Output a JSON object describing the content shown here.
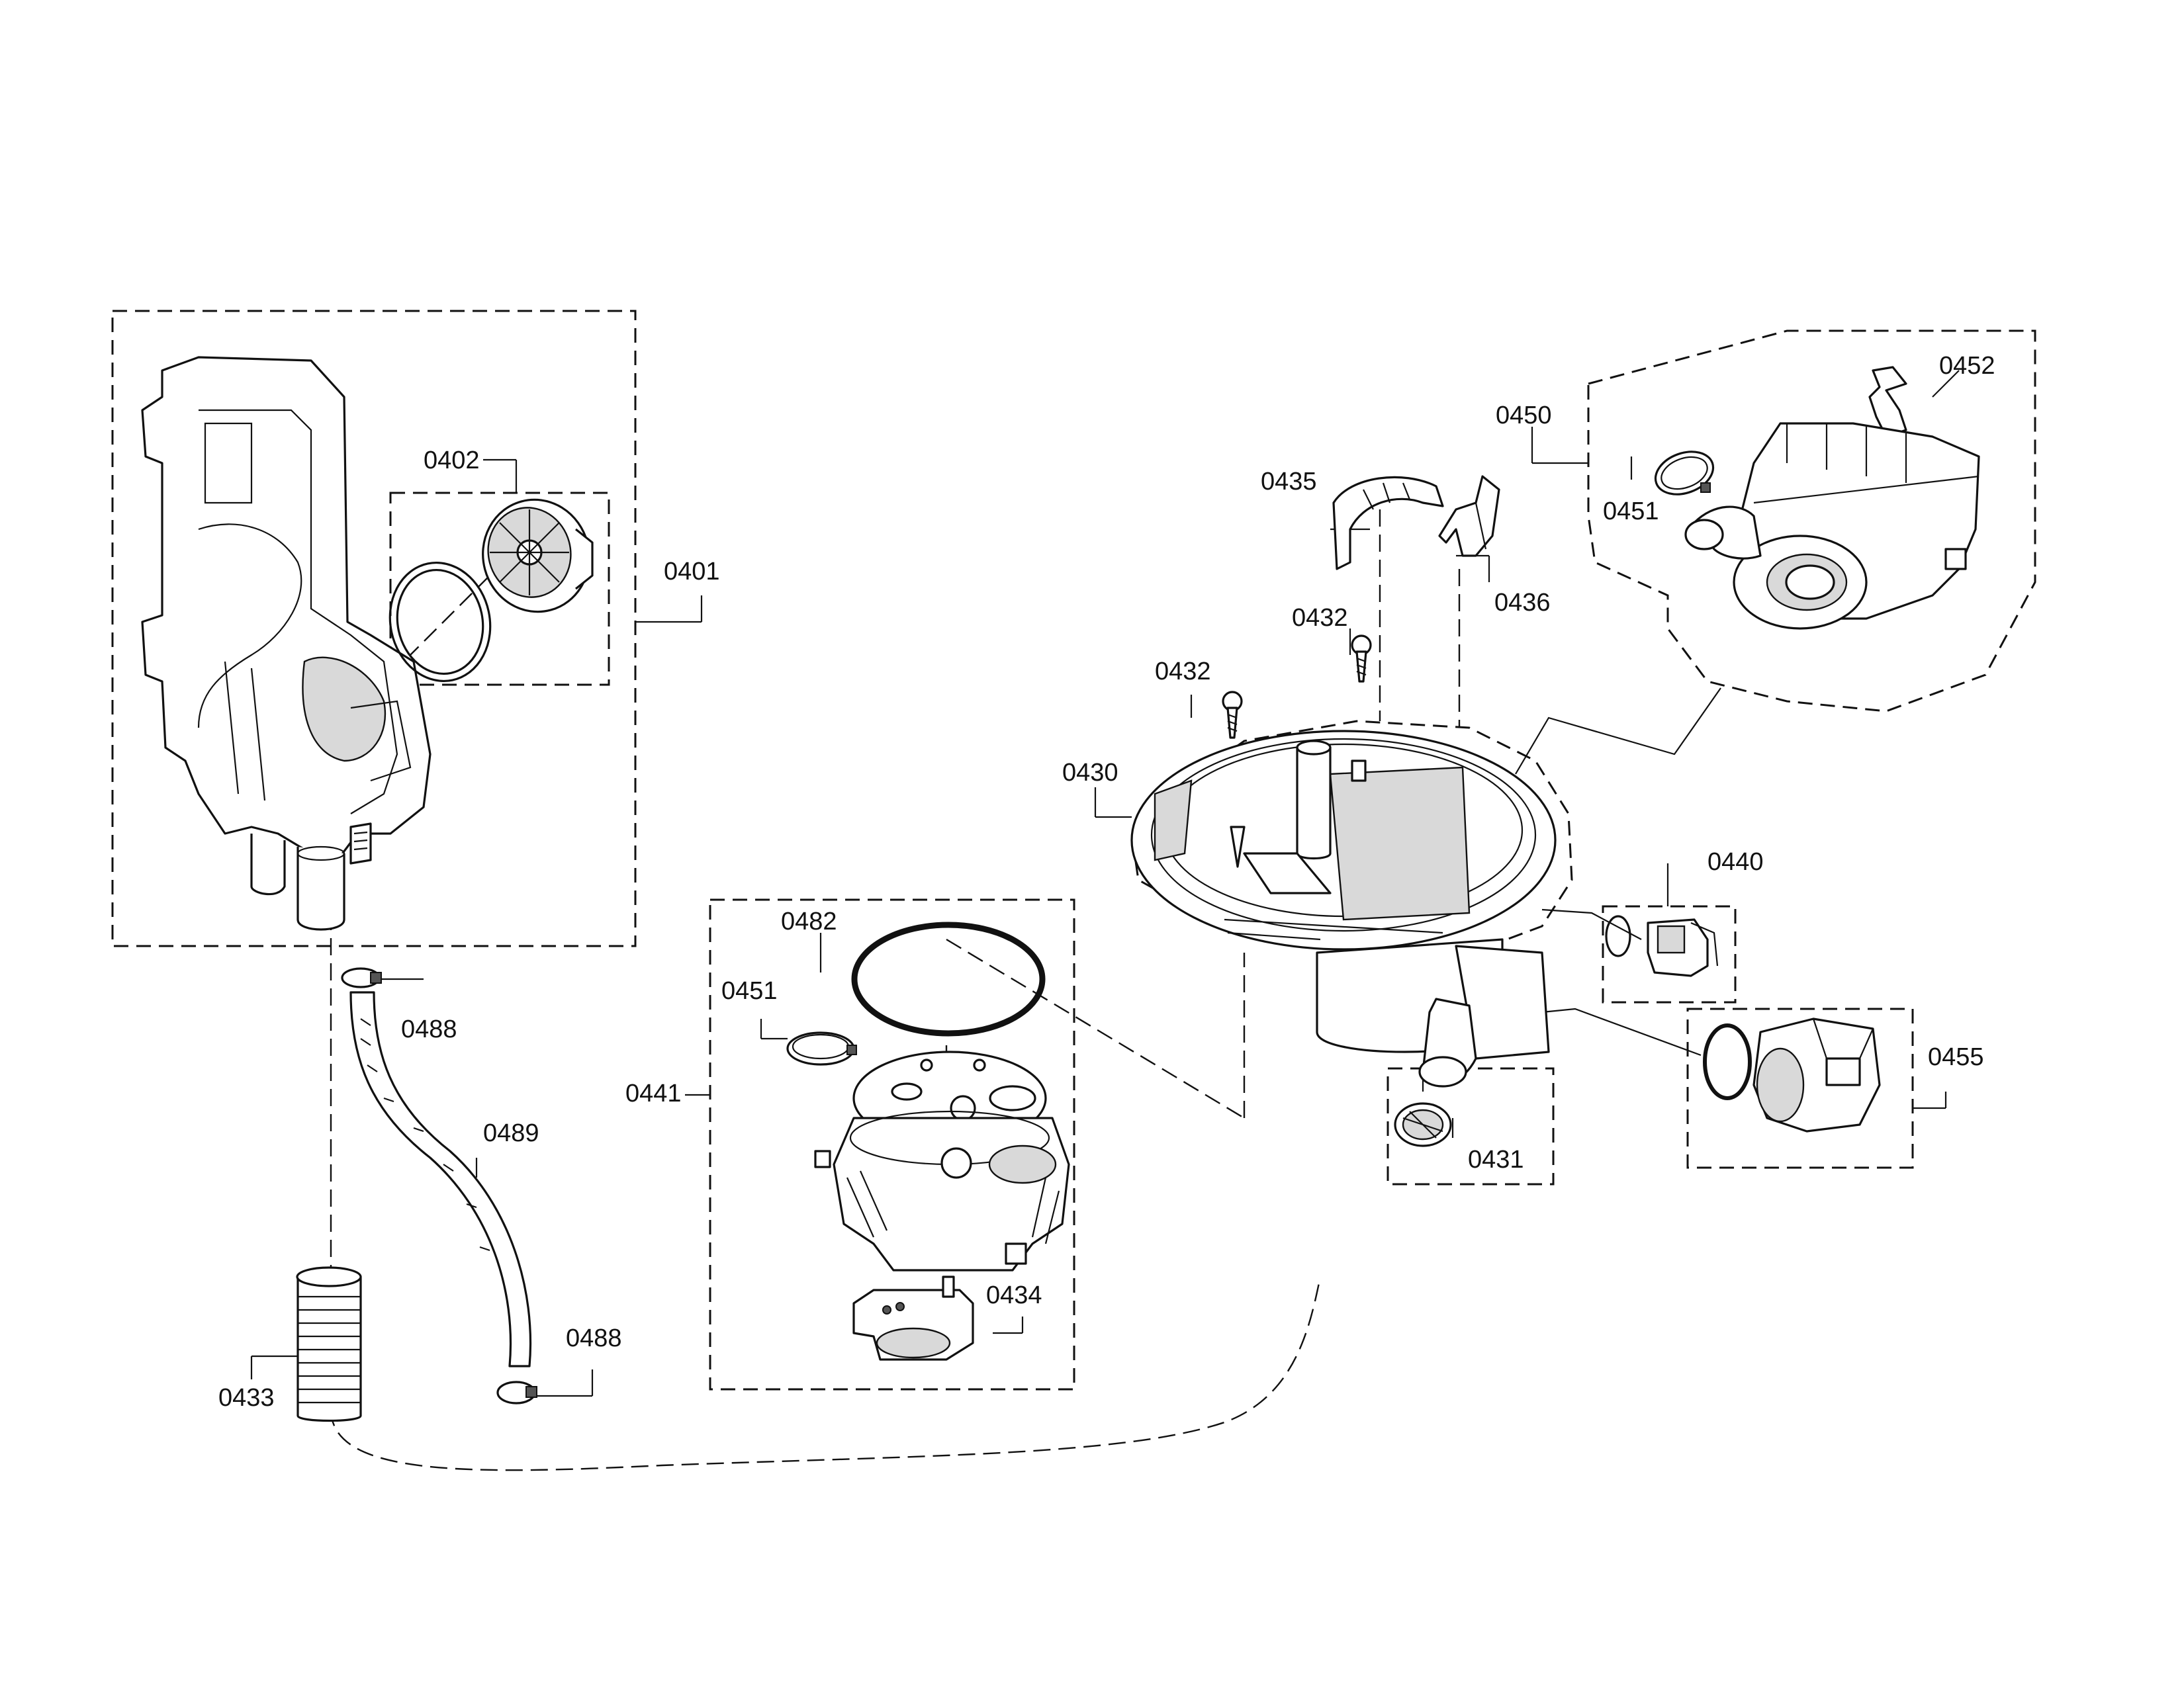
{
  "callouts": [
    {
      "id": "c0401",
      "text": "0401"
    },
    {
      "id": "c0402",
      "text": "0402"
    },
    {
      "id": "c0430",
      "text": "0430"
    },
    {
      "id": "c0431",
      "text": "0431"
    },
    {
      "id": "c0432a",
      "text": "0432"
    },
    {
      "id": "c0432b",
      "text": "0432"
    },
    {
      "id": "c0433",
      "text": "0433"
    },
    {
      "id": "c0434",
      "text": "0434"
    },
    {
      "id": "c0435",
      "text": "0435"
    },
    {
      "id": "c0436",
      "text": "0436"
    },
    {
      "id": "c0440",
      "text": "0440"
    },
    {
      "id": "c0441",
      "text": "0441"
    },
    {
      "id": "c0450",
      "text": "0450"
    },
    {
      "id": "c0451a",
      "text": "0451"
    },
    {
      "id": "c0451b",
      "text": "0451"
    },
    {
      "id": "c0452",
      "text": "0452"
    },
    {
      "id": "c0455",
      "text": "0455"
    },
    {
      "id": "c0482",
      "text": "0482"
    },
    {
      "id": "c0488a",
      "text": "0488"
    },
    {
      "id": "c0488b",
      "text": "0488"
    },
    {
      "id": "c0489",
      "text": "0489"
    }
  ]
}
